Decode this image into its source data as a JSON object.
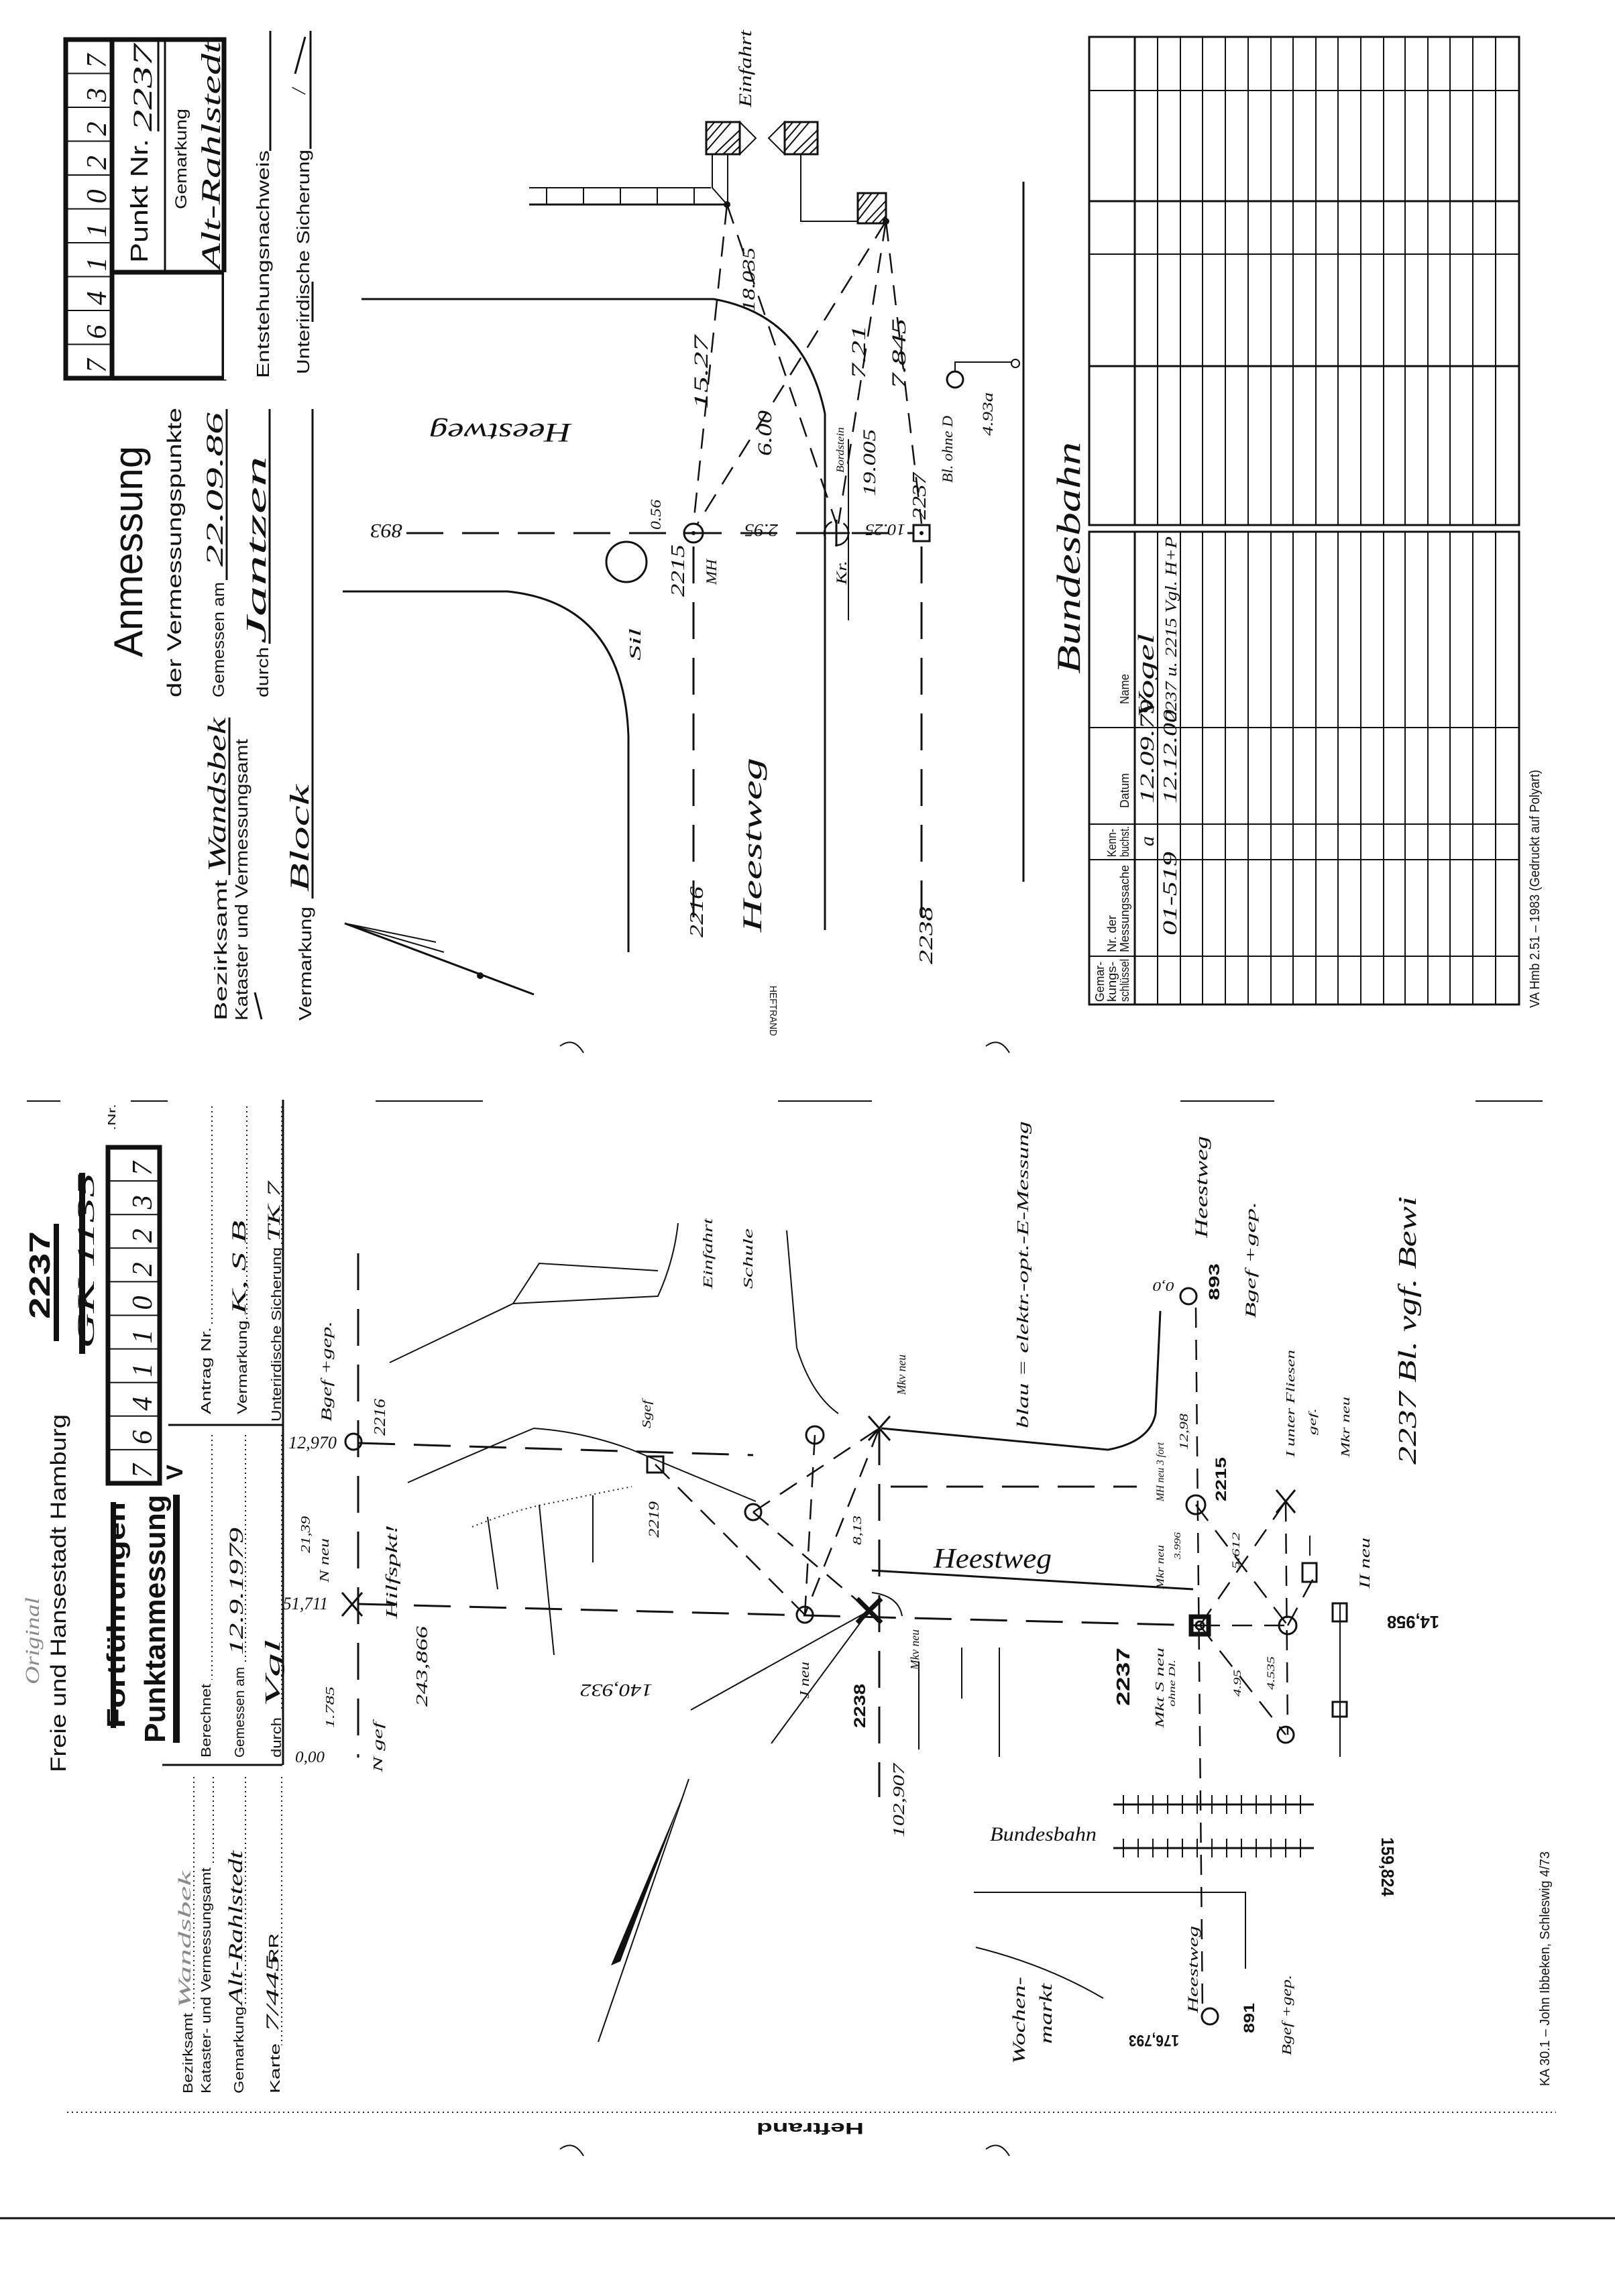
{
  "upper_form": {
    "digits": [
      "7",
      "6",
      "4",
      "1",
      "1",
      "0",
      "2",
      "2",
      "3",
      "7"
    ],
    "punkt_nr_label": "Punkt Nr.",
    "punkt_nr": "2237",
    "gemarkung_label": "Gemarkung",
    "gemarkung": "Alt-Rahlstedt",
    "title": "Anmessung",
    "subtitle": "der Vermessungspunkte",
    "bezirksamt_label": "Bezirksamt",
    "bezirksamt": "Wandsbek",
    "kataster_label": "Kataster und Vermessungsamt",
    "gemessen_am_label": "Gemessen am",
    "gemessen_am": "22.09.86",
    "durch_label": "durch",
    "durch": "Jantzen",
    "vermarkung_label": "Vermarkung",
    "vermarkung": "Block",
    "entstehungsnachweis_label": "Entstehungsnachweis",
    "unterirdische_sicherung_label": "Unterirdische Sicherung",
    "unterirdische_sicherung": "/",
    "heftrand": "HEFTRAND"
  },
  "upper_sketch": {
    "einfahrt": "Einfahrt",
    "street_top": "Heestweg",
    "pt_893": "893",
    "d_1527": "15.27",
    "d_18035": "18.035",
    "d_600": "6.00",
    "d_721": "7.21",
    "d_7845": "7.845",
    "d_19005": "19.005",
    "d_056": "0.56",
    "d_295": "2.95",
    "d_1025": "10.25",
    "pt_2215": "2215",
    "mh": "MH",
    "sil": "Sil",
    "kr": "Kr.",
    "bordstein": "Bordstein",
    "pt_2237": "2237",
    "bl_ohne_d": "Bl. ohne D",
    "d_493": "4.93a",
    "street_bottom": "Heestweg",
    "pt_2216": "2216",
    "pt_2238": "2238",
    "bundesbahn": "Bundesbahn"
  },
  "table": {
    "headers": {
      "gemarkungsschluessel": [
        "Gemar-",
        "kungs-",
        "schlüssel"
      ],
      "nr_messungssache": [
        "Nr. der",
        "Messungssache"
      ],
      "kennbuchstabe": [
        "Kenn-",
        "buchst."
      ],
      "datum": "Datum",
      "name": "Name"
    },
    "rows": [
      {
        "nr": "",
        "kennbuchstabe": "a",
        "datum": "12.09.79",
        "name": "Vogel"
      },
      {
        "nr": "01-519",
        "kennbuchstabe": "",
        "datum": "12.12.00",
        "name": "2237 u. 2215 Vgl. H+P"
      }
    ]
  },
  "upper_footer": "VA Hmb 2.51 – 1983 (Gedruckt auf Polyart)",
  "lower_form": {
    "original": "Original",
    "authority": "Freie und Hansestadt Hamburg",
    "punkt_nr_big": "2237",
    "gk_struck": "GK 1135",
    "nr_label": ".Nr.",
    "digits": [
      "7",
      "6",
      "4",
      "1",
      "1",
      "0",
      "2",
      "2",
      "3",
      "7"
    ],
    "fortfuehrungen": "Fortführungen",
    "punktanmessung": "Punktanmessung",
    "v_mark": "V",
    "berechnet_label": "Berechnet",
    "gemessen_am_label": "Gemessen am",
    "gemessen_am": "12.9.1979",
    "durch_label": "durch",
    "durch": "Vgl",
    "antrag_nr_label": "Antrag Nr.",
    "vermarkung_label": "Vermarkung",
    "vermarkung": "K, S B",
    "unterirdische_label": "Unterirdische Sicherung",
    "unterirdische": "TK 7",
    "bezirksamt_label": "Bezirksamt",
    "bezirksamt": "Wandsbek",
    "kataster_label": "Kataster- und Vermessungsamt",
    "gemarkung_label": "Gemarkung",
    "gemarkung": "Alt-Rahlstedt",
    "karte_label": "Karte",
    "karte": "7/445",
    "karte_extra": "RR"
  },
  "lower_sketch": {
    "d_12970": "12,970",
    "pt_2216": "2216",
    "bgef_gep_1": "Bgef +gep.",
    "d_2139": "21,39",
    "n_neu": "N neu",
    "d_51711": "51,711",
    "hilfspkt": "Hilfspkt!",
    "d_243866": "243,866",
    "d_1785": "1.785",
    "d_000": "0,00",
    "n_gef": "N gef",
    "d_140932": "140,932",
    "einfahrt": "Einfahrt",
    "schule": "Schule",
    "sgef": "Sgef",
    "pt_2219": "2219",
    "mkv_neu_1": "Mkv neu",
    "mkv_neu_2": "Mkv neu",
    "j_neu": "J neu",
    "pt_2238": "2238",
    "d_102907": "102,907",
    "d_813": "8,13",
    "street_heestweg": "Heestweg",
    "legend_blau": "blau = elektr.-opt.-E-Messung",
    "heestweg_top": "Heestweg",
    "bgef_gep_2": "Bgef +gep.",
    "pt_893": "893",
    "d_00": "0,0",
    "d_1298": "12,98",
    "mh_neu": "MH neu 3 fort",
    "pt_2215": "2215",
    "mkr_neu": "Mkr neu",
    "pt_2237": "2237",
    "mkt_s_neu": "Mkt S neu",
    "ohne_dl": "ohne Dl.",
    "d_3996": "3.996",
    "d_5612": "5.612",
    "d_4535": "4.535",
    "d_495": "4.95",
    "i_unter_fliesen": "I unter Fliesen",
    "gef": "gef.",
    "mkr_neu_2": "Mkr neu",
    "note_2237": "2237 Bl. vgf. Bewi",
    "ii_neu": "II neu",
    "d_14958": "14,958",
    "d_159824": "159,824",
    "bundesbahn": "Bundesbahn",
    "wochen": "Wochen-",
    "markt": "markt",
    "heestweg_bottom": "Heestweg",
    "pt_891": "891",
    "bgef_gep_3": "Bgef +gep.",
    "d_176793": "176,793"
  },
  "lower_footer": "KA 30.1 – John Ibbeken, Schleswig 4/73",
  "heftrand_lower": "Heftrand"
}
